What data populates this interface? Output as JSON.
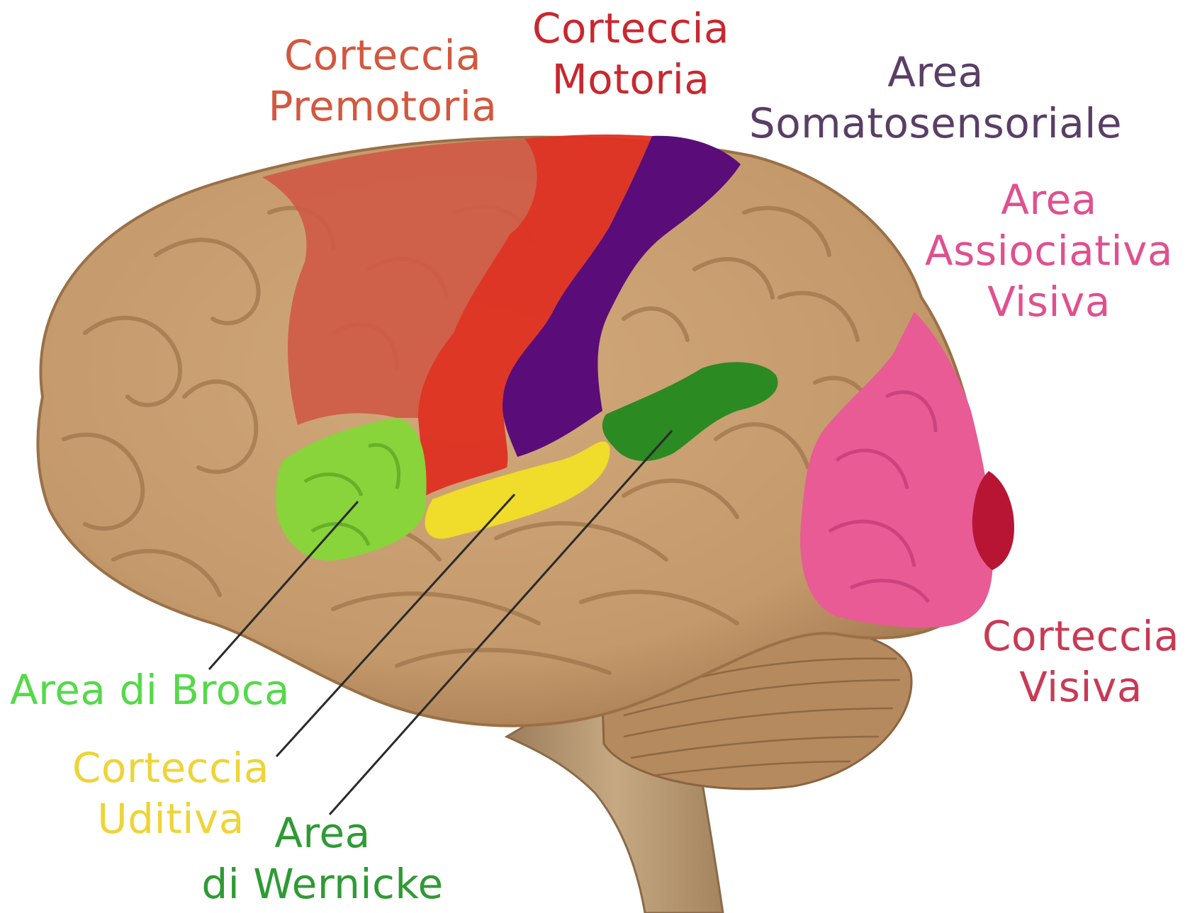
{
  "labels": {
    "premotor": {
      "line1": "Corteccia",
      "line2": "Premotoria",
      "color": "#d2583f"
    },
    "motor": {
      "line1": "Corteccia",
      "line2": "Motoria",
      "color": "#c8282f"
    },
    "somato": {
      "line1": "Area",
      "line2": "Somatosensoriale",
      "color": "#5a3e66"
    },
    "assoc_visual": {
      "line1": "Area",
      "line2": "Assiociativa",
      "line3": "Visiva",
      "color": "#e0508f"
    },
    "visual": {
      "line1": "Corteccia",
      "line2": "Visiva",
      "color": "#c83a55"
    },
    "broca": {
      "line1": "Area di Broca",
      "color": "#55d94a"
    },
    "auditory": {
      "line1": "Corteccia",
      "line2": "Uditiva",
      "color": "#eed437"
    },
    "wernicke": {
      "line1": "Area",
      "line2": "di Wernicke",
      "color": "#2f9a34"
    }
  },
  "region_colors": {
    "brain": "#c49a6c",
    "brainstem": "#b59876",
    "premotor": "#cf5a45",
    "motor": "#de3022",
    "somatosensory": "#5a0d78",
    "broca": "#88d43a",
    "auditory": "#f0dc2a",
    "wernicke": "#2b8a22",
    "visual_association": "#e85b95",
    "visual": "#b81535"
  }
}
